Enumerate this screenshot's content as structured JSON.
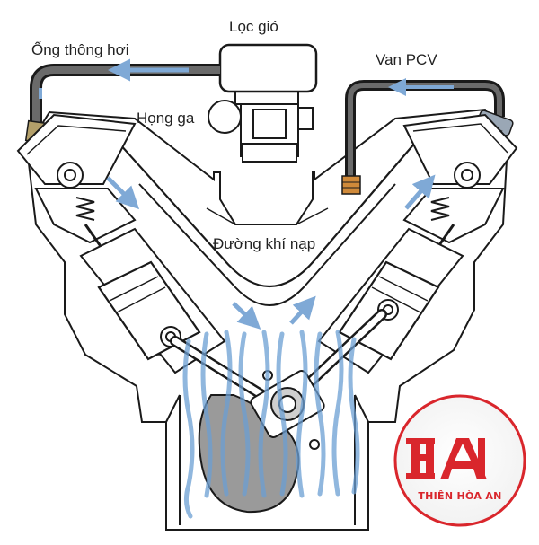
{
  "labels": {
    "air_filter": "Lọc gió",
    "breather_pipe": "Ống thông hơi",
    "pcv_valve": "Van PCV",
    "throttle_body": "Họng ga",
    "intake_manifold": "Đường khí nạp"
  },
  "logo": {
    "mark": "HA",
    "text": "THIÊN HÒA AN",
    "color": "#d9262c"
  },
  "colors": {
    "outline": "#1a1a1a",
    "pipe": "#3a3a3a",
    "arrow": "#7fa9d6",
    "gas_wave": "#6c9fd3",
    "crank": "#9a9a9a",
    "fitting_tan": "#b4a06a",
    "fitting_orange": "#d08a3a"
  }
}
